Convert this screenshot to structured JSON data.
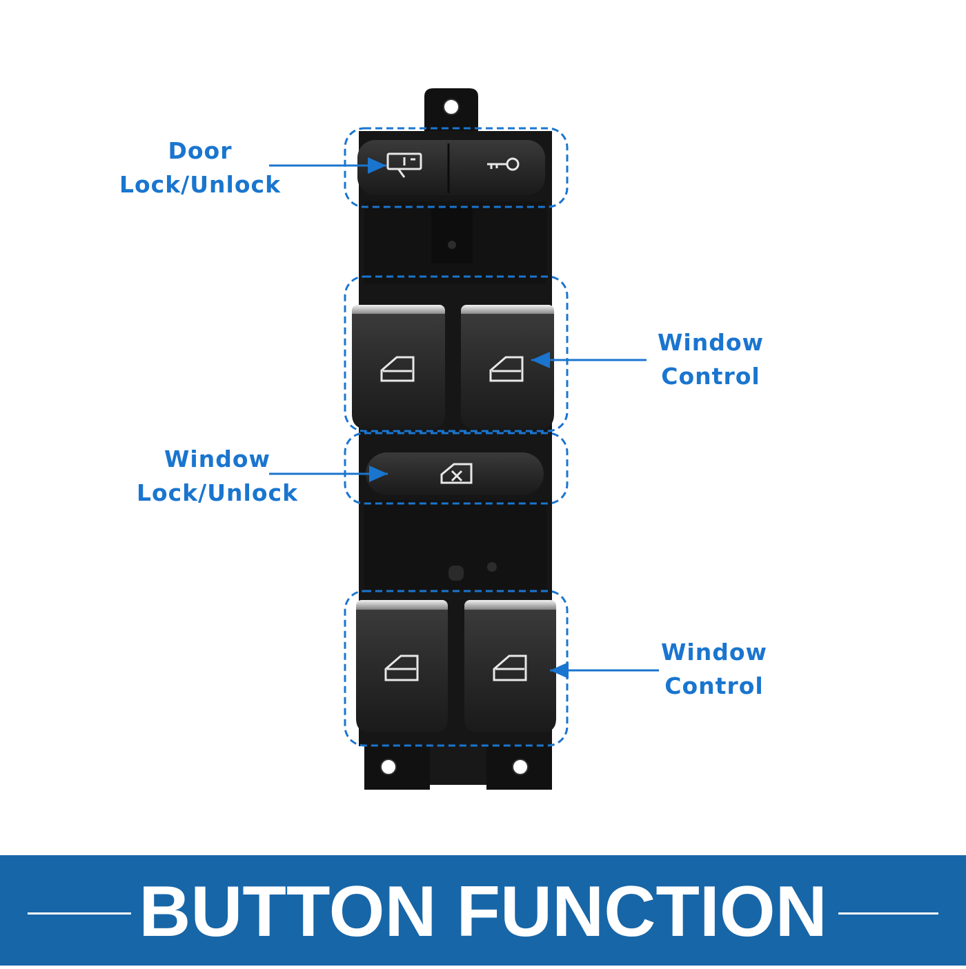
{
  "colors": {
    "accent_blue": "#1a75cf",
    "banner_blue": "#1766a8",
    "switch_body": "#161616",
    "button": "#2a2a2a",
    "chrome": "#c9c9c9"
  },
  "callouts": {
    "door_lock": {
      "line1": "Door",
      "line2": "Lock/Unlock"
    },
    "window_control_front": {
      "line1": "Window",
      "line2": "Control"
    },
    "window_lock": {
      "line1": "Window",
      "line2": "Lock/Unlock"
    },
    "window_control_rear": {
      "line1": "Window",
      "line2": "Control"
    }
  },
  "banner": {
    "title": "BUTTON FUNCTION"
  },
  "icons": {
    "door_lock": "door-lock-icon",
    "key": "key-icon",
    "window": "window-icon",
    "window_lock": "window-lock-icon"
  }
}
